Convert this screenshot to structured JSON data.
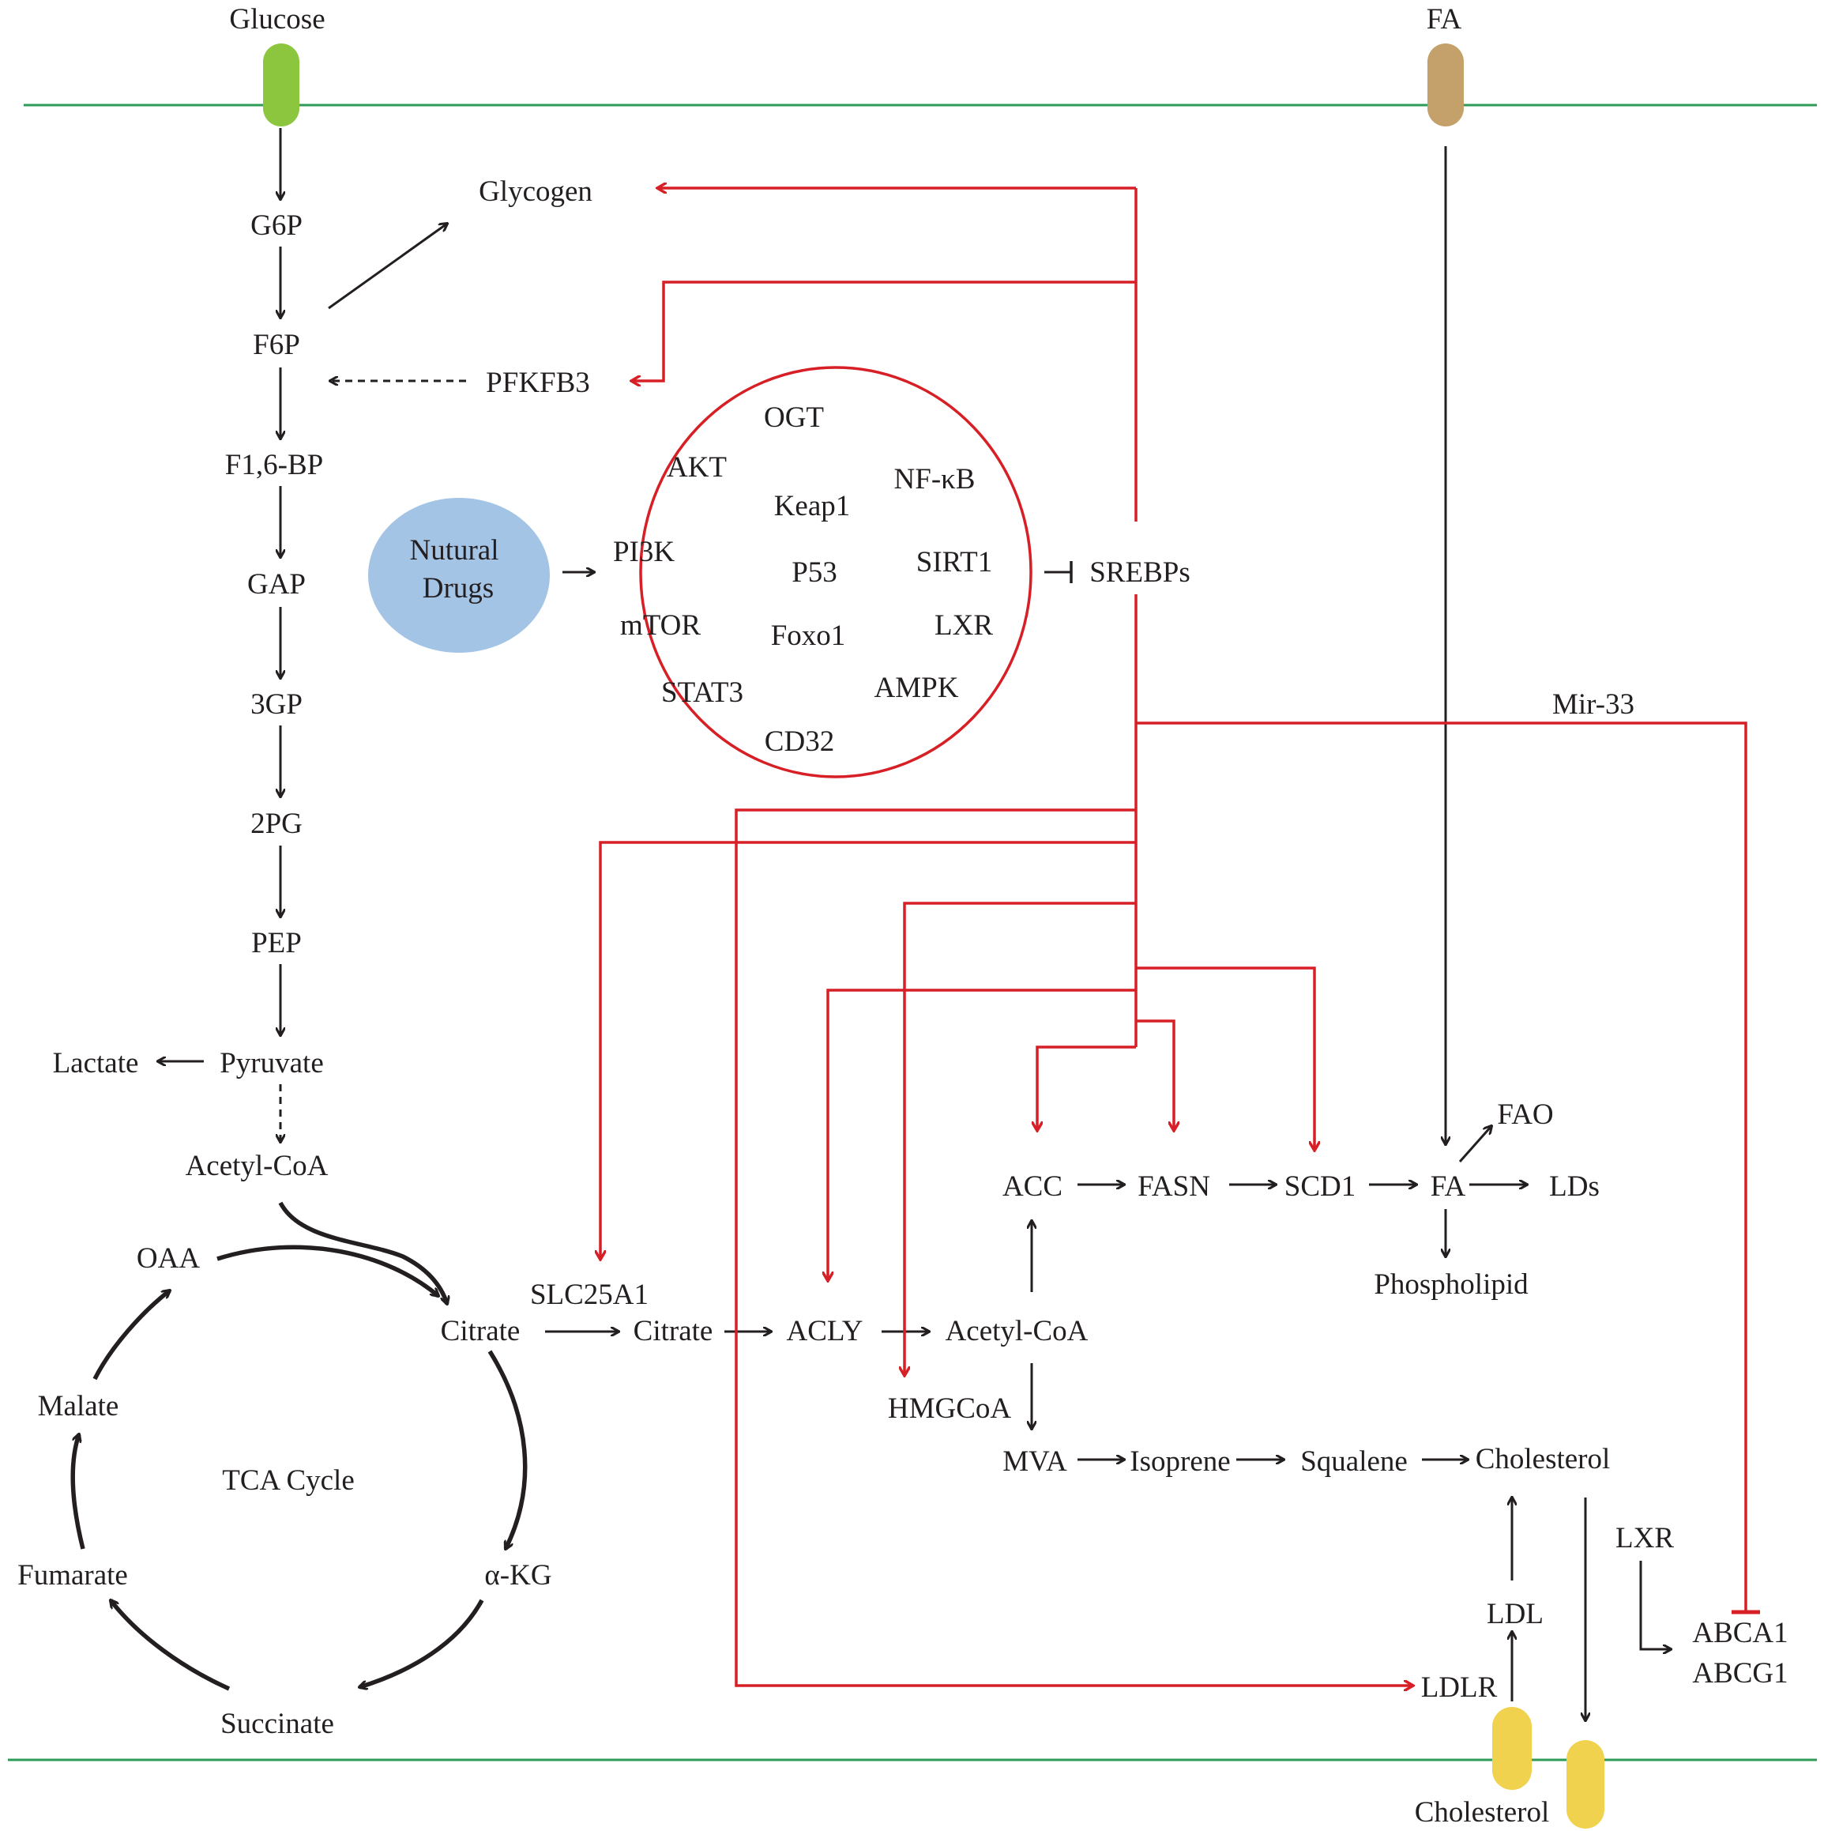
{
  "colors": {
    "membrane": "#2e9b55",
    "glucose_transporter": "#8cc63f",
    "fa_transporter": "#c4a06a",
    "cholesterol_transporter": "#f1d24e",
    "drug_fill": "#a4c4e6",
    "activation_red": "#d71f26",
    "black": "#231f20"
  },
  "membrane_top": {
    "glucose": "Glucose",
    "fa": "FA"
  },
  "glycolysis": {
    "g6p": "G6P",
    "glycogen": "Glycogen",
    "f6p": "F6P",
    "pfkfb3": "PFKFB3",
    "f16bp": "F1,6-BP",
    "gap": "GAP",
    "g3p": "3GP",
    "pg2": "2PG",
    "pep": "PEP",
    "lactate": "Lactate",
    "pyruvate": "Pyruvate",
    "acetyl_coa": "Acetyl-CoA"
  },
  "tca": {
    "title": "TCA Cycle",
    "oaa": "OAA",
    "citrate": "Citrate",
    "akg": "α-KG",
    "succinate": "Succinate",
    "fumarate": "Fumarate",
    "malate": "Malate"
  },
  "drugs": {
    "line1": "Nutural",
    "line2": "Drugs"
  },
  "targets": {
    "ogt": "OGT",
    "akt": "AKT",
    "nfkb": "NF-κB",
    "keap1": "Keap1",
    "pi3k": "PI3K",
    "p53": "P53",
    "sirt1": "SIRT1",
    "mtor": "mTOR",
    "foxo1": "Foxo1",
    "lxr": "LXR",
    "stat3": "STAT3",
    "ampk": "AMPK",
    "cd32": "CD32"
  },
  "srebp": {
    "srebps": "SREBPs",
    "mir33": "Mir-33"
  },
  "lipogenesis": {
    "slc25a1": "SLC25A1",
    "citrate2": "Citrate",
    "acly": "ACLY",
    "acetyl_coa2": "Acetyl-CoA",
    "acc": "ACC",
    "fasn": "FASN",
    "scd1": "SCD1",
    "fa": "FA",
    "fao": "FAO",
    "lds": "LDs",
    "phospholipid": "Phospholipid",
    "hmgcoa": "HMGCoA",
    "mva": "MVA",
    "isoprene": "Isoprene",
    "squalene": "Squalene",
    "cholesterol": "Cholesterol",
    "lxr2": "LXR",
    "abca1": "ABCA1",
    "abcg1": "ABCG1",
    "ldl": "LDL",
    "ldlr": "LDLR"
  },
  "membrane_bottom": {
    "cholesterol": "Cholesterol"
  }
}
